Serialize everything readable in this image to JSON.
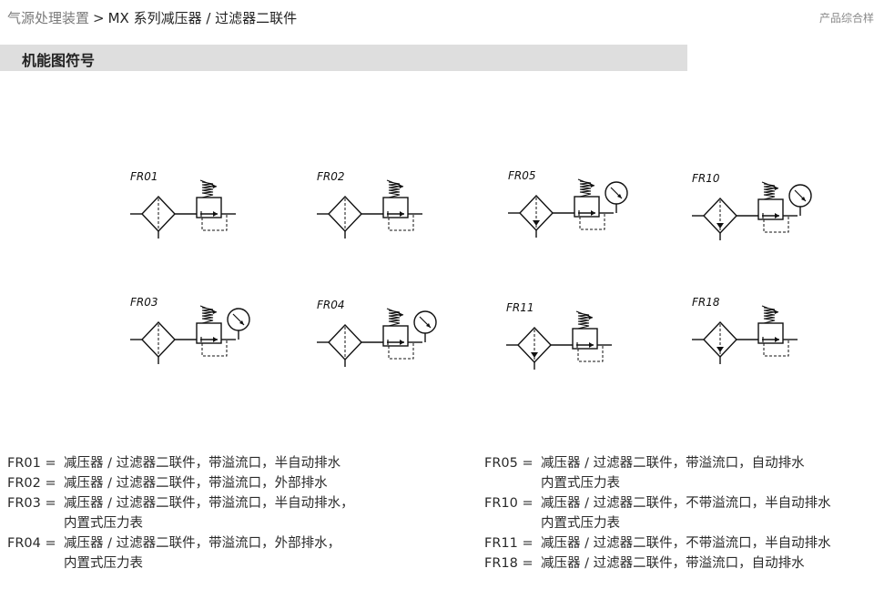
{
  "header": {
    "breadcrumb_parent": "气源处理装置",
    "breadcrumb_separator": ">",
    "breadcrumb_current": "MX 系列减压器 / 过滤器二联件",
    "catalog_label": "产品综合样"
  },
  "section": {
    "title": "机能图符号"
  },
  "symbols": [
    {
      "code": "FR01",
      "gauge": false,
      "filter_arrow": false
    },
    {
      "code": "FR02",
      "gauge": false,
      "filter_arrow": false
    },
    {
      "code": "FR05",
      "gauge": true,
      "filter_arrow": true
    },
    {
      "code": "FR10",
      "gauge": true,
      "filter_arrow": true
    },
    {
      "code": "FR03",
      "gauge": true,
      "filter_arrow": false
    },
    {
      "code": "FR04",
      "gauge": true,
      "filter_arrow": false
    },
    {
      "code": "FR11",
      "gauge": false,
      "filter_arrow": true
    },
    {
      "code": "FR18",
      "gauge": false,
      "filter_arrow": true
    }
  ],
  "legend_left": [
    {
      "code": "FR01 =",
      "text": "减压器 / 过滤器二联件，带溢流口，半自动排水"
    },
    {
      "code": "FR02 =",
      "text": "减压器 / 过滤器二联件，带溢流口，外部排水"
    },
    {
      "code": "FR03 =",
      "text": "减压器 / 过滤器二联件，带溢流口，半自动排水，"
    },
    {
      "code": "",
      "text": "内置式压力表"
    },
    {
      "code": "FR04 =",
      "text": "减压器 / 过滤器二联件，带溢流口，外部排水，"
    },
    {
      "code": "",
      "text": "内置式压力表"
    }
  ],
  "legend_right": [
    {
      "code": "FR05 =",
      "text": "减压器 / 过滤器二联件，带溢流口，自动排水"
    },
    {
      "code": "",
      "text": "内置式压力表"
    },
    {
      "code": "FR10 =",
      "text": "减压器 / 过滤器二联件，不带溢流口，半自动排水"
    },
    {
      "code": "",
      "text": "内置式压力表"
    },
    {
      "code": "FR11 =",
      "text": "减压器 / 过滤器二联件，不带溢流口，半自动排水"
    },
    {
      "code": "FR18 =",
      "text": "减压器 / 过滤器二联件，带溢流口，自动排水"
    }
  ]
}
